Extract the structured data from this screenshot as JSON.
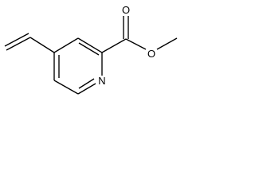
{
  "structure": {
    "atoms": {
      "nitrogen": "N",
      "carbonyl_oxygen": "O",
      "ester_oxygen": "O"
    }
  }
}
